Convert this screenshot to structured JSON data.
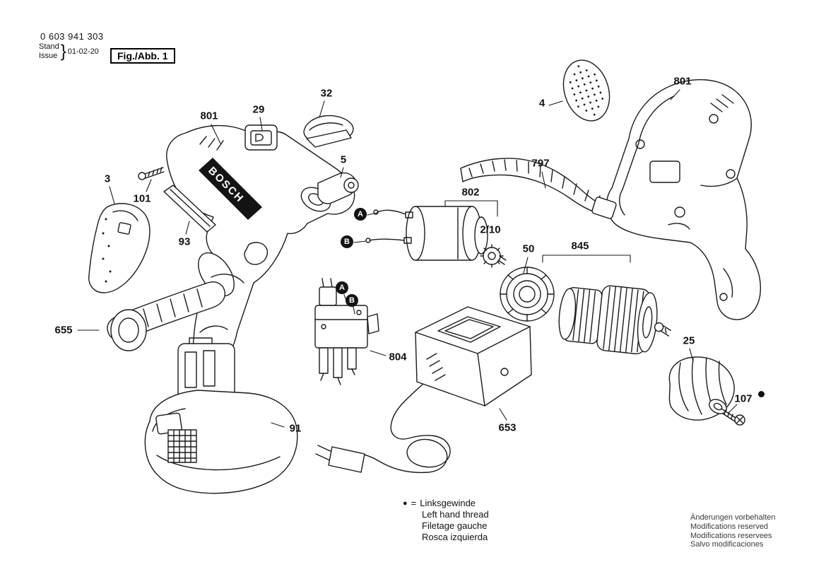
{
  "colors": {
    "ink": "#1a1a1a",
    "background": "#ffffff"
  },
  "header": {
    "part_number": "0 603 941 303",
    "stand_label": "Stand",
    "issue_label": "Issue",
    "brace": "}",
    "issue_date": "01-02-20",
    "figure_label": "Fig./Abb. 1"
  },
  "brand": "BOSCH",
  "callouts": [
    {
      "id": "801-left",
      "label": "801"
    },
    {
      "id": "29",
      "label": "29"
    },
    {
      "id": "32",
      "label": "32"
    },
    {
      "id": "5",
      "label": "5"
    },
    {
      "id": "3",
      "label": "3"
    },
    {
      "id": "101",
      "label": "101"
    },
    {
      "id": "93",
      "label": "93"
    },
    {
      "id": "655",
      "label": "655"
    },
    {
      "id": "804",
      "label": "804"
    },
    {
      "id": "91",
      "label": "91"
    },
    {
      "id": "653",
      "label": "653"
    },
    {
      "id": "802",
      "label": "802"
    },
    {
      "id": "2-10",
      "label": "2/10"
    },
    {
      "id": "50",
      "label": "50"
    },
    {
      "id": "845",
      "label": "845"
    },
    {
      "id": "797",
      "label": "797"
    },
    {
      "id": "4",
      "label": "4"
    },
    {
      "id": "801-right",
      "label": "801"
    },
    {
      "id": "25",
      "label": "25"
    },
    {
      "id": "107",
      "label": "107"
    }
  ],
  "markers": [
    {
      "id": "wire-a",
      "label": "A"
    },
    {
      "id": "wire-b",
      "label": "B"
    },
    {
      "id": "switch-a",
      "label": "A"
    },
    {
      "id": "switch-b",
      "label": "B"
    }
  ],
  "legend": {
    "symbol": "●",
    "equals": "=",
    "lines": [
      "Linksgewinde",
      "Left hand thread",
      "Filetage gauche",
      "Rosca izquierda"
    ]
  },
  "footer": {
    "notes": [
      "Änderungen vorbehalten",
      "Modifications reserved",
      "Modifications reservees",
      "Salvo modificaciones"
    ]
  }
}
